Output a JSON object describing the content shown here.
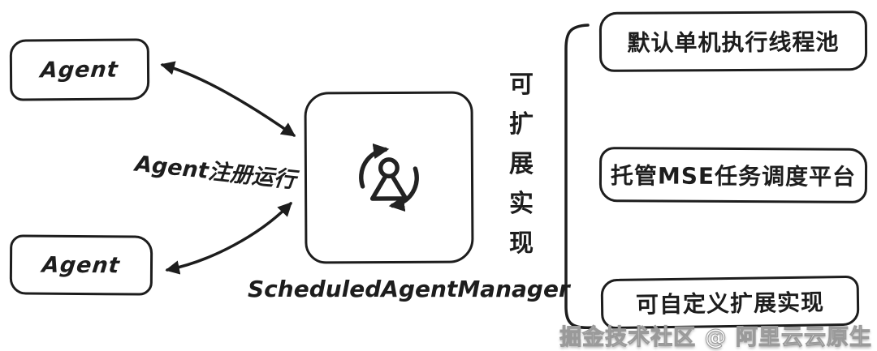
{
  "canvas": {
    "background": "#ffffff",
    "stroke_color": "#1d1d1d"
  },
  "agents": {
    "top_label": "Agent",
    "bottom_label": "Agent"
  },
  "center": {
    "label": "ScheduledAgentManager",
    "icon": "sync-person-icon"
  },
  "edge_label": "Agent注册运行",
  "vertical_label": "可\n扩\n展\n实\n现",
  "options": [
    {
      "label": "默认单机执行线程池"
    },
    {
      "label": "托管MSE任务调度平台"
    },
    {
      "label": "可自定义扩展实现"
    }
  ],
  "watermark": "掘金技术社区 @ 阿里云云原生"
}
